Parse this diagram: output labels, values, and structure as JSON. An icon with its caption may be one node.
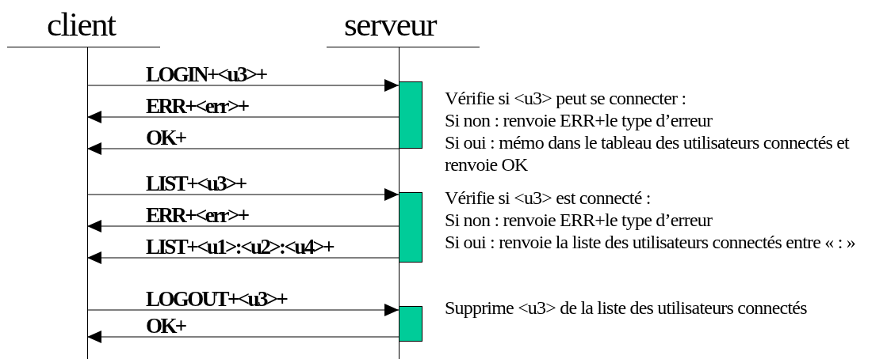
{
  "diagram": {
    "nodes": [
      {
        "text": [
          "client"
        ]
      },
      {
        "text": [
          "serveur"
        ]
      },
      {
        "text": [],
        "shape": "bar",
        "in": 1
      },
      {
        "text": [],
        "shape": "bar",
        "in": 1
      },
      {
        "text": [],
        "shape": "bar",
        "in": 1
      }
    ],
    "edges": [
      {
        "from": 0,
        "to": 2,
        "arrow": "to",
        "label": "LOGIN+<u3>+"
      },
      {
        "from": 2,
        "to": 0,
        "arrow": "to",
        "label": "ERR+<err>+"
      },
      {
        "from": 2,
        "to": 0,
        "arrow": "to",
        "label": "OK+"
      },
      {
        "from": 0,
        "to": 3,
        "arrow": "to",
        "label": "LIST+<u3>+"
      },
      {
        "from": 3,
        "to": 0,
        "arrow": "to",
        "label": "ERR+<err>+"
      },
      {
        "from": 3,
        "to": 0,
        "arrow": "to",
        "label": "LIST+<u1>:<u2>:<u4>+"
      },
      {
        "from": 0,
        "to": 4,
        "arrow": "to",
        "label": "LOGOUT+<u3>+"
      },
      {
        "from": 4,
        "to": 0,
        "arrow": "to",
        "label": "OK+"
      }
    ],
    "labels": [
      "Vérifie si <u3> peut se connecter :",
      "Si non : renvoie ERR+le type d’erreur",
      "Si oui : mémo dans le tableau des utilisateurs connectés et renvoie OK",
      "Vérifie si <u3> est connecté :",
      "Si non : renvoie ERR+le type d’erreur",
      "Si oui : renvoie la liste des utilisateurs connectés entre « : »",
      "Supprime <u3> de la liste des utilisateurs connectés"
    ]
  }
}
